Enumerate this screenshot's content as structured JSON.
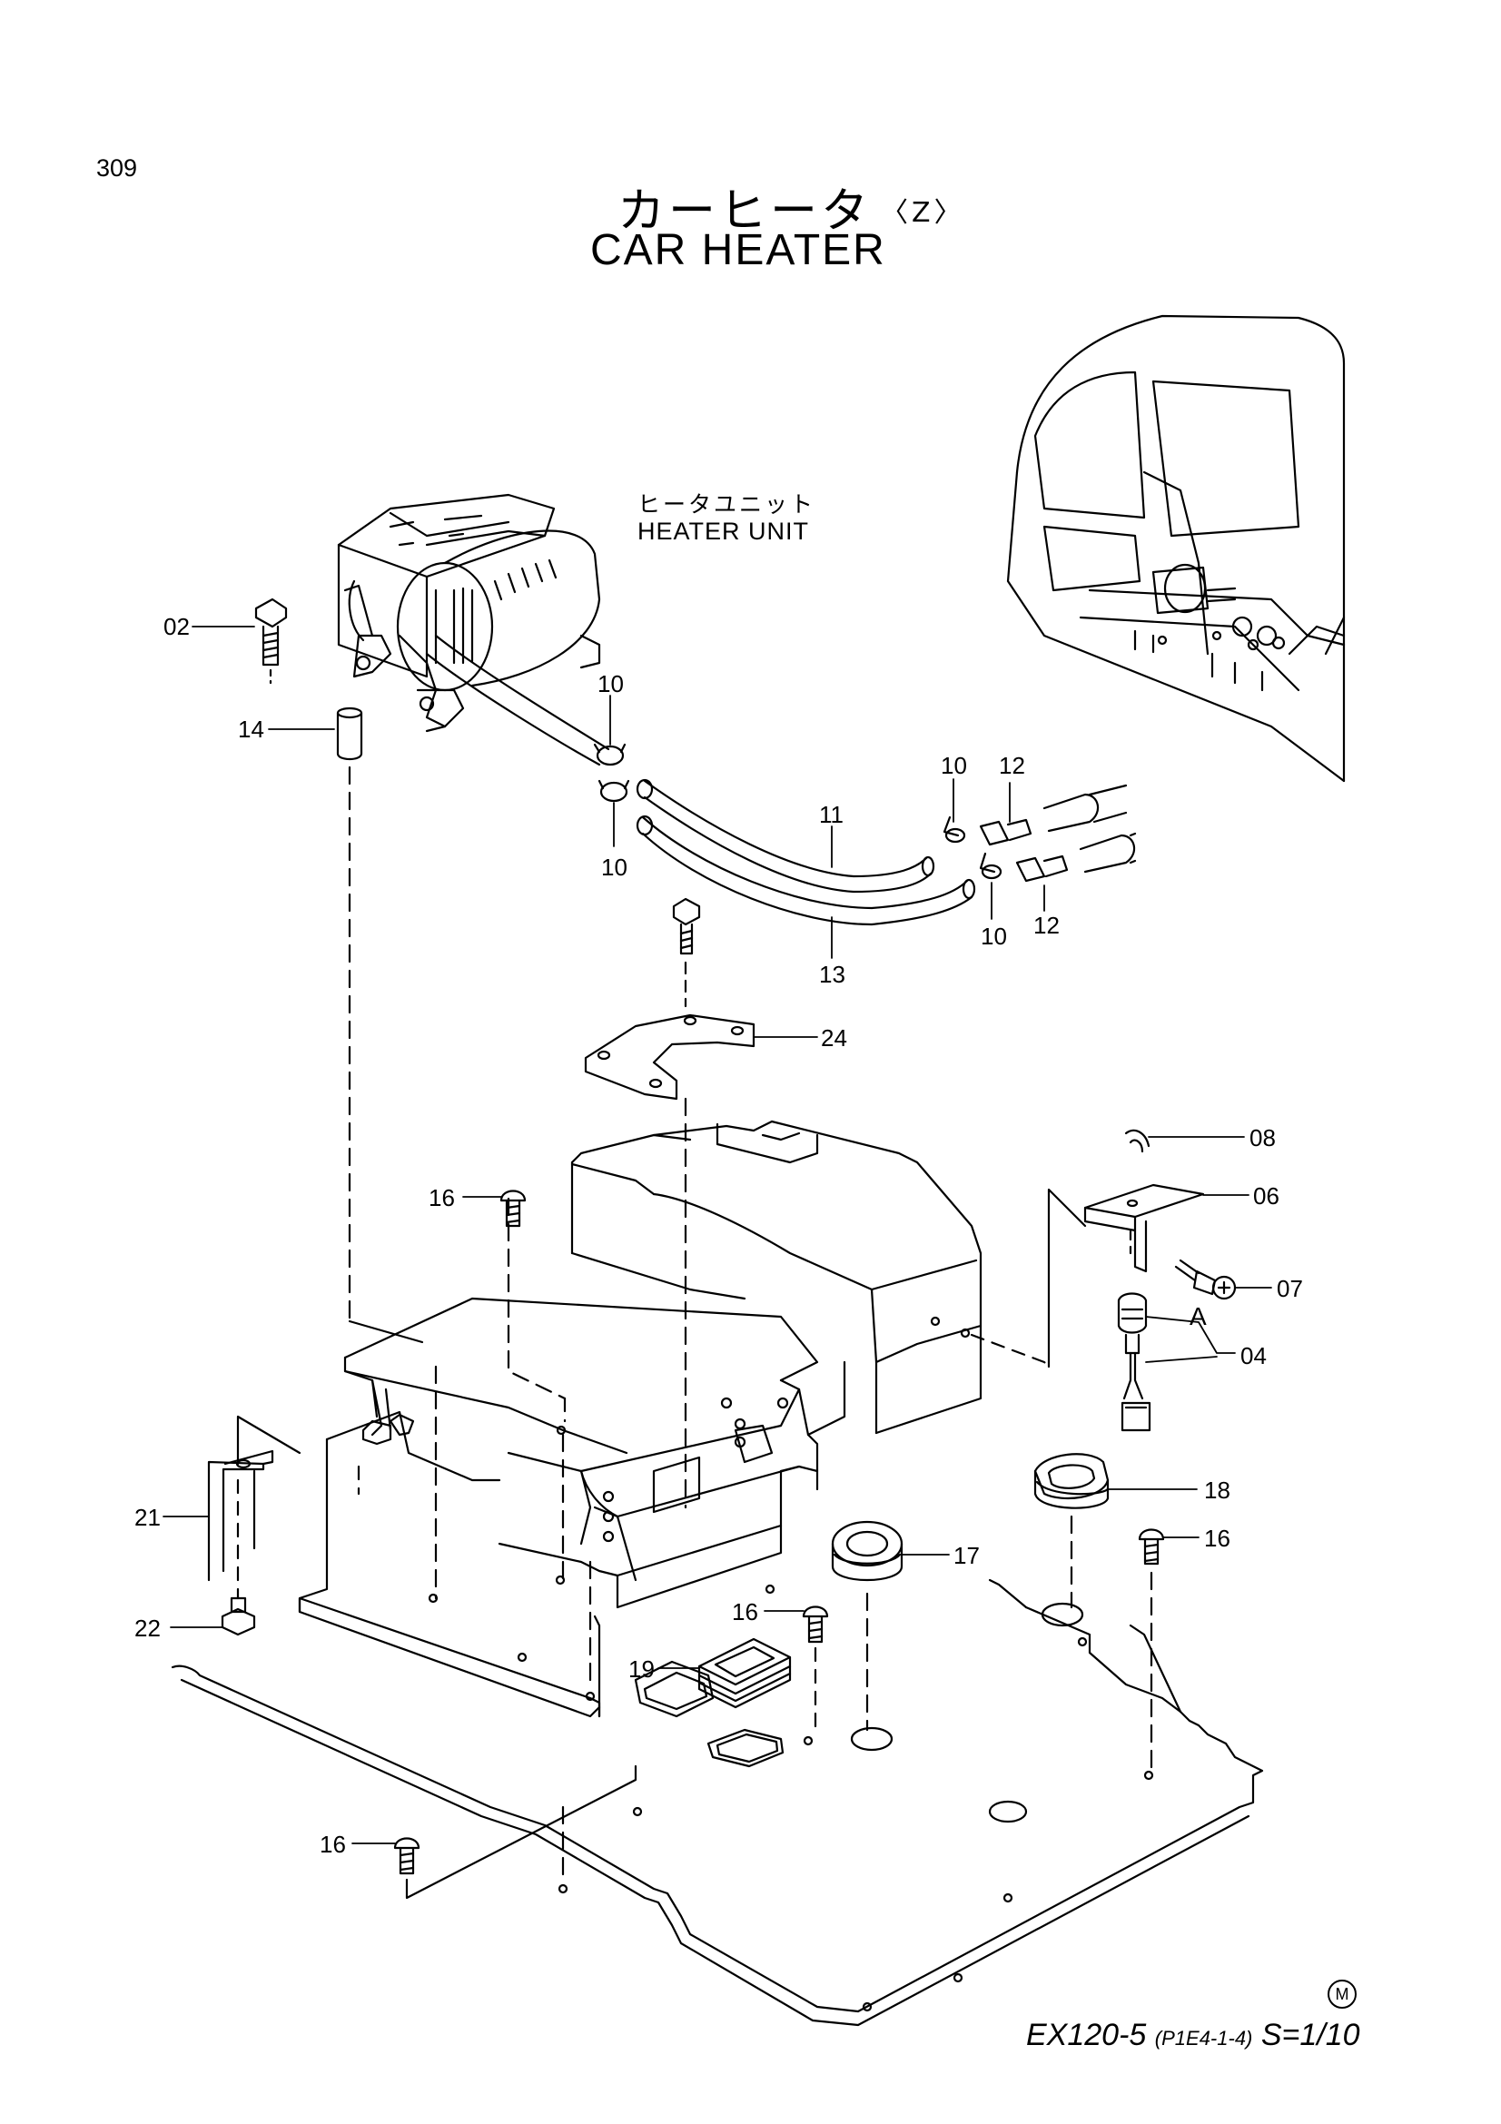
{
  "page_number": "309",
  "title": {
    "japanese": "カーヒータ",
    "variant": "〈Z〉",
    "english": "CAR HEATER"
  },
  "heater_unit_label": {
    "japanese": "ヒータユニット",
    "english": "HEATER UNIT"
  },
  "detail_label": "A",
  "callouts": [
    "02",
    "14",
    "10",
    "10",
    "10",
    "12",
    "10",
    "12",
    "11",
    "13",
    "24",
    "08",
    "06",
    "16",
    "07",
    "04",
    "21",
    "18",
    "16",
    "17",
    "22",
    "16",
    "19",
    "16"
  ],
  "footer": {
    "mark": "M",
    "model": "EX120-5",
    "code": "(P1E4-1-4)",
    "scale": "S=1/10"
  }
}
